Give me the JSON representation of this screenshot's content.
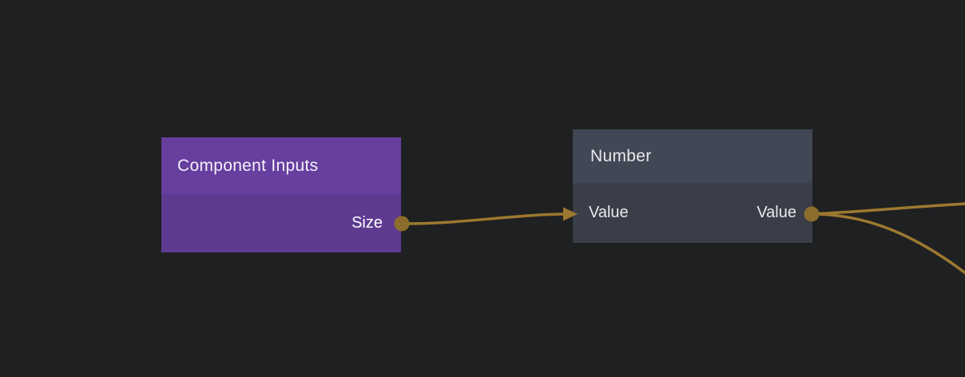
{
  "canvas": {
    "background_color": "#1f2021"
  },
  "colors": {
    "wire": "#9c7930",
    "port": "#8c6d2c",
    "component_inputs_header": "#663f9f",
    "component_inputs_body": "#5e3b91",
    "number_header": "#414754",
    "number_body": "#3a3e49"
  },
  "nodes": [
    {
      "title": "Component Inputs",
      "inputs": [],
      "outputs": [
        {
          "label": "Size"
        }
      ]
    },
    {
      "title": "Number",
      "inputs": [
        {
          "label": "Value"
        }
      ],
      "outputs": [
        {
          "label": "Value"
        }
      ]
    }
  ],
  "connections": [
    {
      "from": "Component Inputs / Size",
      "to": "Number / Value"
    },
    {
      "from": "Number / Value",
      "to": "off-screen right (upper wire)"
    },
    {
      "from": "Number / Value",
      "to": "off-screen right (lower wire)"
    }
  ]
}
